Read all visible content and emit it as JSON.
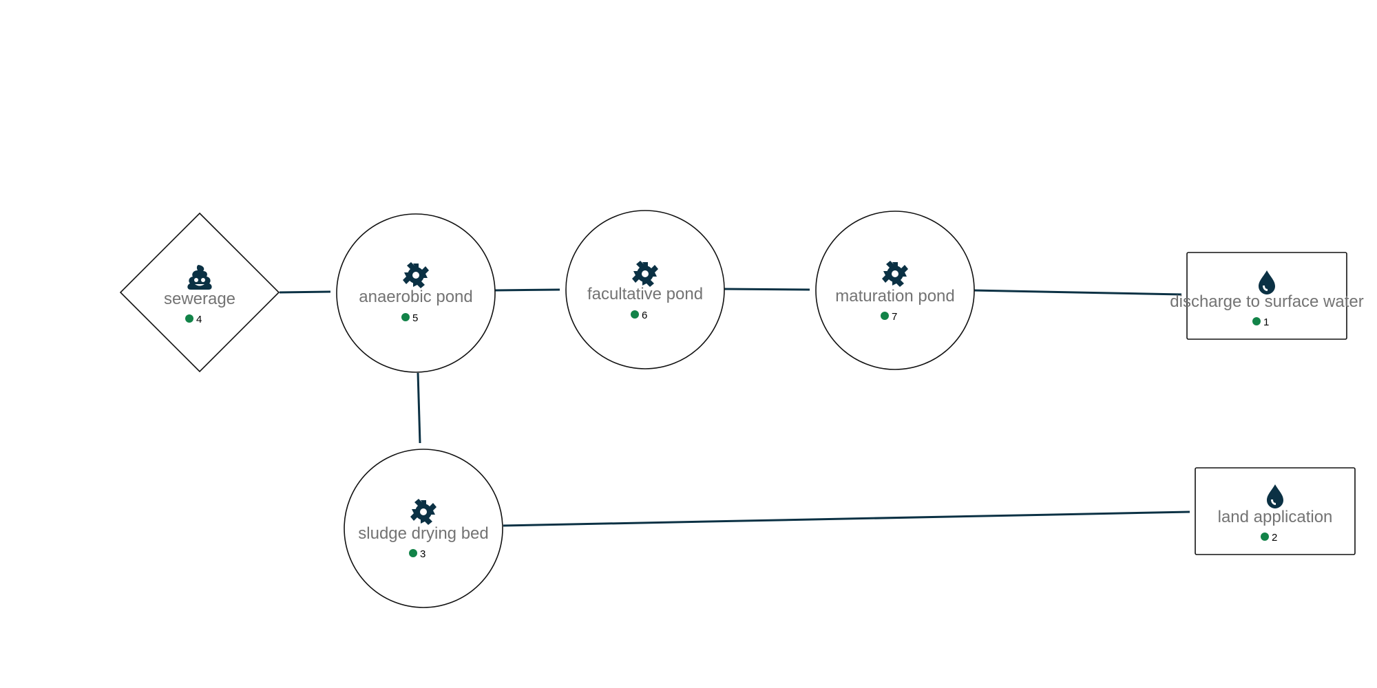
{
  "colors": {
    "edge": "#0b3144",
    "icon": "#0b3144",
    "label": "#737373",
    "status_dot": "#128348",
    "node_border": "#111111"
  },
  "nodes": {
    "sewerage": {
      "label": "sewerage",
      "count": "4",
      "shape": "diamond",
      "icon": "poop-icon"
    },
    "anaerobic_pond": {
      "label": "anaerobic pond",
      "count": "5",
      "shape": "circle",
      "icon": "gear-icon"
    },
    "facultative_pond": {
      "label": "facultative pond",
      "count": "6",
      "shape": "circle",
      "icon": "gear-icon"
    },
    "maturation_pond": {
      "label": "maturation pond",
      "count": "7",
      "shape": "circle",
      "icon": "gear-icon"
    },
    "discharge_to_surface_water": {
      "label": "discharge to surface water",
      "count": "1",
      "shape": "rectangle",
      "icon": "water-drop-icon"
    },
    "sludge_drying_bed": {
      "label": "sludge drying bed",
      "count": "3",
      "shape": "circle",
      "icon": "gear-icon"
    },
    "land_application": {
      "label": "land application",
      "count": "2",
      "shape": "rectangle",
      "icon": "water-drop-icon"
    }
  },
  "edges": [
    {
      "from": "sewerage",
      "to": "anaerobic_pond"
    },
    {
      "from": "anaerobic_pond",
      "to": "facultative_pond"
    },
    {
      "from": "facultative_pond",
      "to": "maturation_pond"
    },
    {
      "from": "maturation_pond",
      "to": "discharge_to_surface_water"
    },
    {
      "from": "anaerobic_pond",
      "to": "sludge_drying_bed"
    },
    {
      "from": "sludge_drying_bed",
      "to": "land_application"
    }
  ]
}
